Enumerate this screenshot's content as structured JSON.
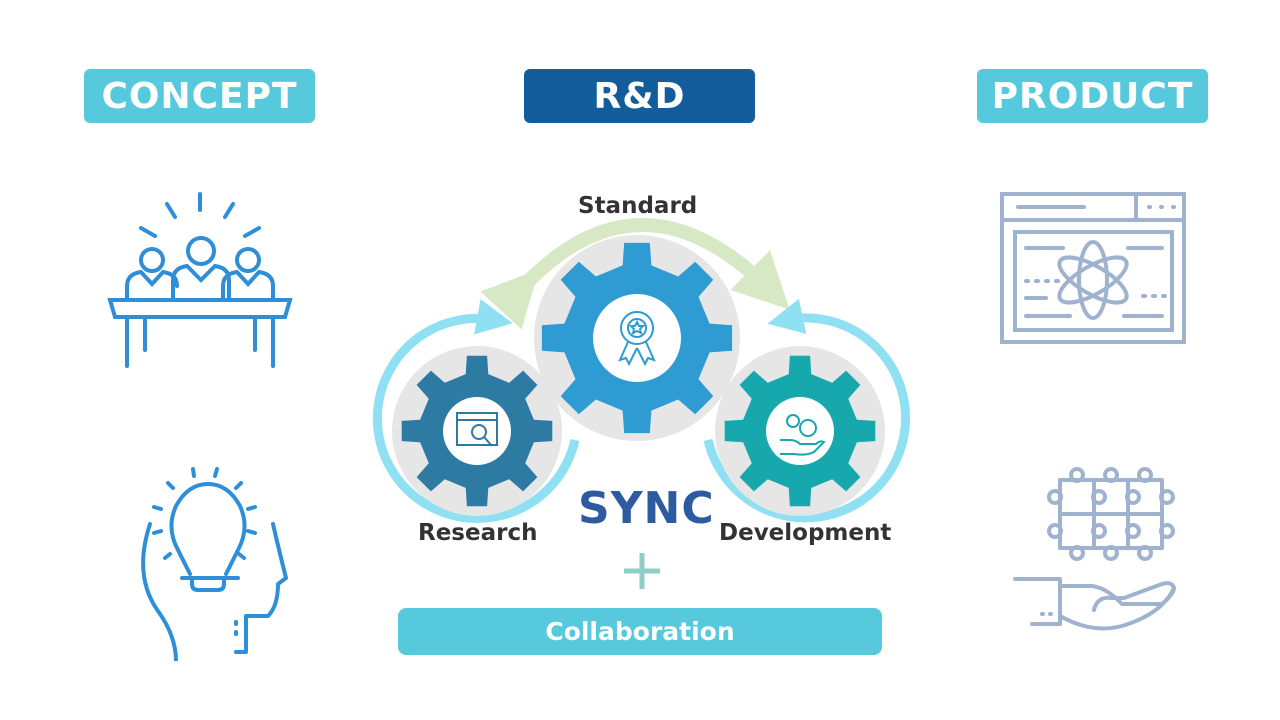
{
  "columns": {
    "concept": {
      "label": "CONCEPT",
      "icons": [
        "team-meeting-icon",
        "idea-head-icon"
      ]
    },
    "rd": {
      "label": "R&D",
      "icons": [
        "gear-cycle-diagram"
      ]
    },
    "product": {
      "label": "PRODUCT",
      "icons": [
        "browser-atom-icon",
        "puzzle-hand-icon"
      ]
    }
  },
  "diagram": {
    "standard": "Standard",
    "research": "Research",
    "development": "Development",
    "sync": "SYNC",
    "plus": "+",
    "collaboration": "Collaboration"
  },
  "colors": {
    "light_pill": "#56cadc",
    "dark_pill": "#135d9d",
    "concept_icon": "#2e8fd8",
    "product_icon": "#9fb3cf",
    "gear_standard": "#2f9bd3",
    "gear_research": "#2d7aa3",
    "gear_development": "#17a8ad",
    "arrow_green": "#d7e8c4",
    "arrow_blue": "#8fe0f3",
    "sync": "#2e5aa0",
    "plus": "#8ecdc8"
  }
}
